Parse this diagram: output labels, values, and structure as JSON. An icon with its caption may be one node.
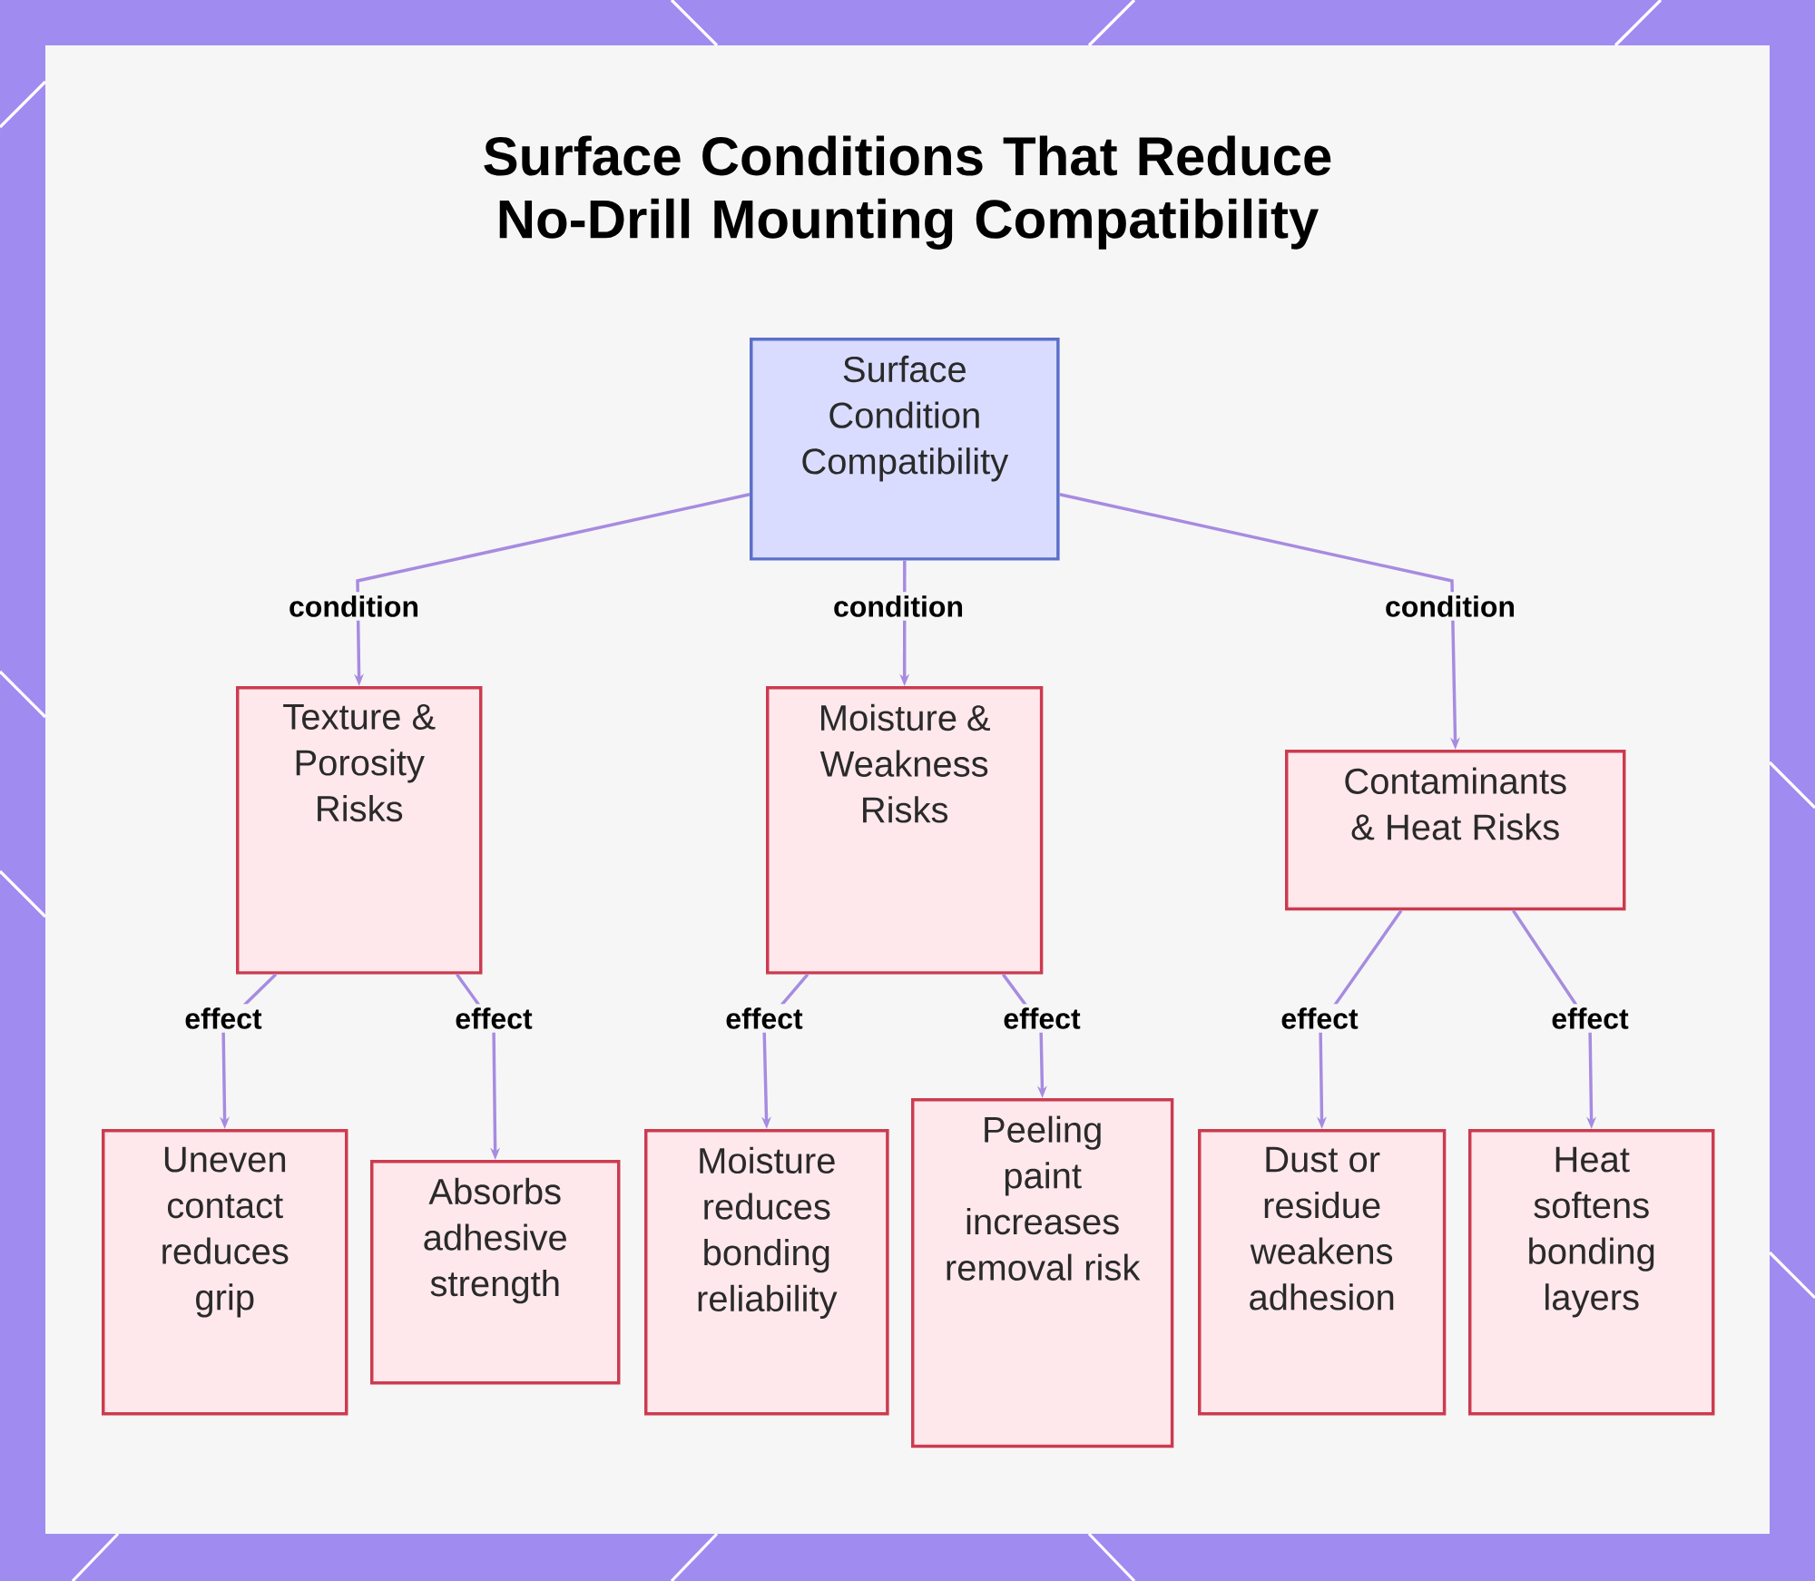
{
  "diagram": {
    "title": "Surface Conditions That Reduce No-Drill Mounting Compatibility",
    "nodes": [
      {
        "text": [
          "Surface Condition Compatibility"
        ]
      },
      {
        "text": [
          "Texture & Porosity Risks"
        ]
      },
      {
        "text": [
          "Moisture & Weakness Risks"
        ]
      },
      {
        "text": [
          "Contaminants & Heat Risks"
        ]
      },
      {
        "text": [
          "Uneven contact reduces grip"
        ]
      },
      {
        "text": [
          "Absorbs adhesive strength"
        ]
      },
      {
        "text": [
          "Moisture reduces bonding reliability"
        ]
      },
      {
        "text": [
          "Peeling paint increases removal risk"
        ]
      },
      {
        "text": [
          "Dust or residue weakens adhesion"
        ]
      },
      {
        "text": [
          "Heat softens bonding layers"
        ]
      }
    ],
    "edges": [
      {
        "from": 0,
        "to": 1,
        "arrow": "to",
        "label": "condition"
      },
      {
        "from": 0,
        "to": 2,
        "arrow": "to",
        "label": "condition"
      },
      {
        "from": 0,
        "to": 3,
        "arrow": "to",
        "label": "condition"
      },
      {
        "from": 1,
        "to": 4,
        "arrow": "to",
        "label": "effect"
      },
      {
        "from": 1,
        "to": 5,
        "arrow": "to",
        "label": "effect"
      },
      {
        "from": 2,
        "to": 6,
        "arrow": "to",
        "label": "effect"
      },
      {
        "from": 2,
        "to": 7,
        "arrow": "to",
        "label": "effect"
      },
      {
        "from": 3,
        "to": 8,
        "arrow": "to",
        "label": "effect"
      },
      {
        "from": 3,
        "to": 9,
        "arrow": "to",
        "label": "effect"
      }
    ]
  }
}
